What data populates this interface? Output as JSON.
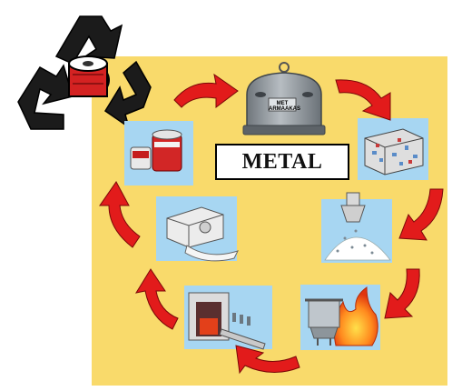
{
  "title": "METAL",
  "bin": {
    "label": "MET",
    "sublabel": "ARMAAKAS"
  },
  "colors": {
    "panel": "#f9da6b",
    "tile": "#a7d6f2",
    "arrow": "#e21b1b",
    "bin": "#8e959c"
  },
  "steps": [
    {
      "icon": "sorting-bin-icon"
    },
    {
      "icon": "crushed-cans-bale-icon"
    },
    {
      "icon": "shredder-icon"
    },
    {
      "icon": "furnace-fire-icon"
    },
    {
      "icon": "molten-metal-rolling-icon"
    },
    {
      "icon": "sheet-rolling-machine-icon"
    },
    {
      "icon": "new-cans-icon"
    }
  ],
  "logo": {
    "icon": "recycling-symbol-icon"
  }
}
